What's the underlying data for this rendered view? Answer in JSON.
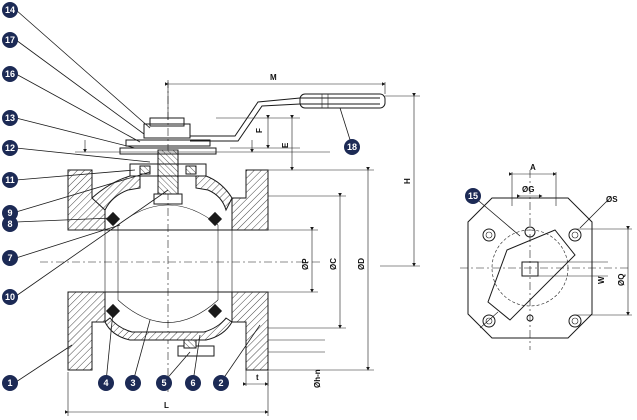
{
  "balloons": {
    "b1": "1",
    "b2": "2",
    "b3": "3",
    "b4": "4",
    "b5": "5",
    "b6": "6",
    "b7": "7",
    "b8": "8",
    "b9": "9",
    "b10": "10",
    "b11": "11",
    "b12": "12",
    "b13": "13",
    "b14": "14",
    "b15": "15",
    "b16": "16",
    "b17": "17",
    "b18": "18"
  },
  "dimensions": {
    "M": "M",
    "F": "F",
    "E": "E",
    "H": "H",
    "P": "ØP",
    "C": "ØC",
    "D": "ØD",
    "L": "L",
    "t": "t",
    "hn": "Øh-n",
    "A": "A",
    "G": "ØG",
    "S": "ØS",
    "W": "W",
    "Q": "ØQ"
  },
  "colors": {
    "balloon": "#1c2a55",
    "line": "#1a1a1a",
    "background": "#ffffff"
  }
}
